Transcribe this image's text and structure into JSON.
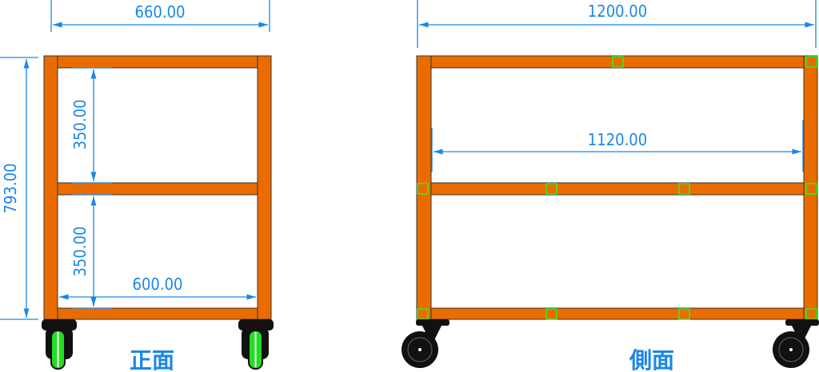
{
  "front_view": {
    "label": "正面",
    "width_dim": "660.00",
    "height_dim": "793.00",
    "upper_gap_dim": "350.00",
    "lower_gap_dim": "350.00",
    "inner_width_dim": "600.00"
  },
  "side_view": {
    "label": "側面",
    "length_dim": "1200.00",
    "inner_length_dim": "1120.00"
  },
  "colors": {
    "frame": "#ea6c00",
    "dimension": "#1a86e8",
    "joint": "#33ee22"
  }
}
